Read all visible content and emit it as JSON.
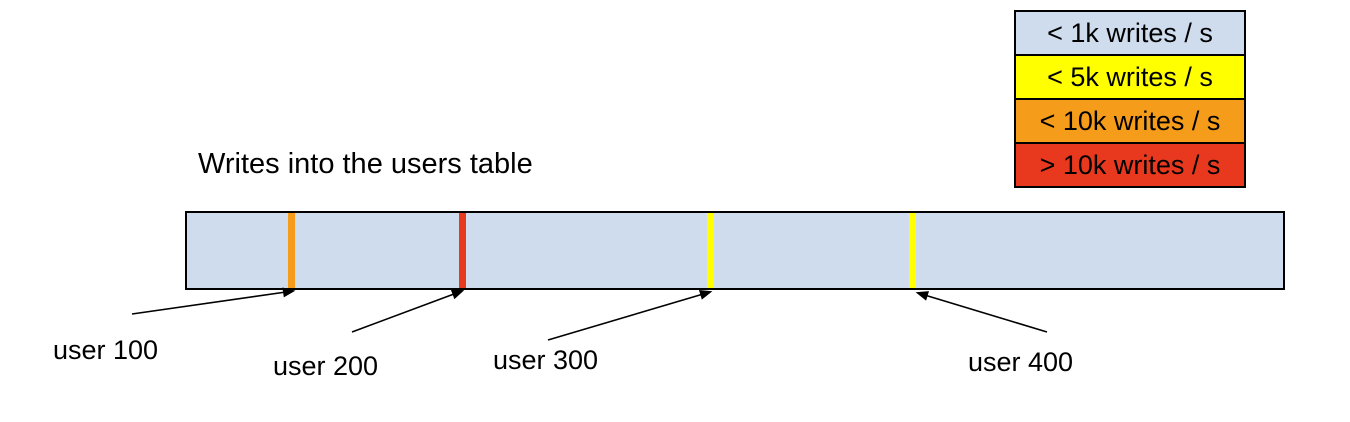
{
  "title": "Writes into the users table",
  "palette": {
    "bar_fill": "#cfdcee",
    "yellow": "#ffff00",
    "orange": "#f59d1a",
    "red": "#e8391f",
    "outline": "#000000",
    "text": "#000000"
  },
  "legend": {
    "items": [
      {
        "label": "< 1k writes / s",
        "color": "#cfdcee"
      },
      {
        "label": "< 5k writes / s",
        "color": "#ffff00"
      },
      {
        "label": "< 10k writes / s",
        "color": "#f59d1a"
      },
      {
        "label": "> 10k writes / s",
        "color": "#e8391f"
      }
    ]
  },
  "bar": {
    "fill": "#cfdcee",
    "stripes": [
      {
        "user": "user 100",
        "rate": "< 10k writes / s",
        "color": "#f59d1a"
      },
      {
        "user": "user 200",
        "rate": "> 10k writes / s",
        "color": "#e8391f"
      },
      {
        "user": "user 300",
        "rate": "< 5k writes / s",
        "color": "#ffff00"
      },
      {
        "user": "user 400",
        "rate": "< 5k writes / s",
        "color": "#ffff00"
      }
    ]
  },
  "labels": [
    {
      "text": "user 100"
    },
    {
      "text": "user 200"
    },
    {
      "text": "user 300"
    },
    {
      "text": "user 400"
    }
  ]
}
